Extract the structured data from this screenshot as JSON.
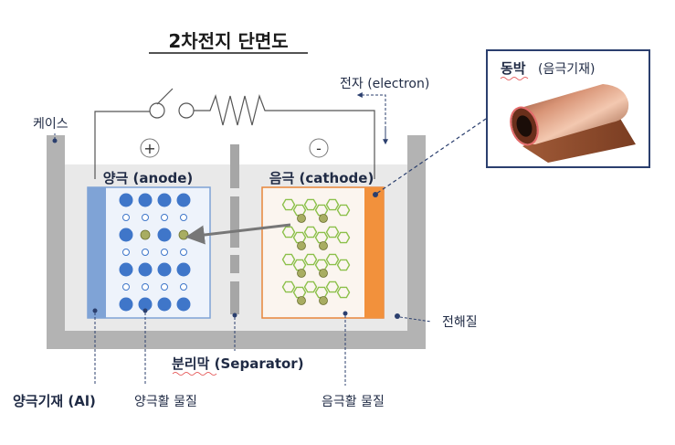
{
  "title": "2차전지 단면도",
  "labels": {
    "case": "케이스",
    "electron": "전자 (electron)",
    "anode": "양극 (anode)",
    "cathode": "음극 (cathode)",
    "plus": "+",
    "minus": "-",
    "electrolyte": "전해질",
    "separator": "분리막 (Separator)",
    "anode_substrate": "양극기재 (Al)",
    "anode_active": "양극활 물질",
    "cathode_active": "음극활 물질"
  },
  "inset": {
    "title_main": "동박",
    "title_sub": "(음극기재)"
  },
  "colors": {
    "case": "#b3b3b3",
    "electrolyte": "#e9e9e9",
    "anode_substrate": "#7fa3d6",
    "anode_frame": "#7fa3d6",
    "cathode_substrate": "#f2913c",
    "cathode_frame": "#e8863a",
    "anode_particle": "#3f76c9",
    "lithium_ion": "#a8ad62",
    "graphite": "#8cc04a",
    "inset_border": "#2b3f6e",
    "copper": "#b66a45"
  },
  "anode_particle_rows": [
    {
      "kind": "large",
      "n": 4
    },
    {
      "kind": "small",
      "n": 4
    },
    {
      "kind": "mixed",
      "n": 4
    },
    {
      "kind": "small",
      "n": 4
    },
    {
      "kind": "large",
      "n": 4
    },
    {
      "kind": "small",
      "n": 4
    },
    {
      "kind": "large",
      "n": 4
    }
  ],
  "cathode_layers": 4
}
